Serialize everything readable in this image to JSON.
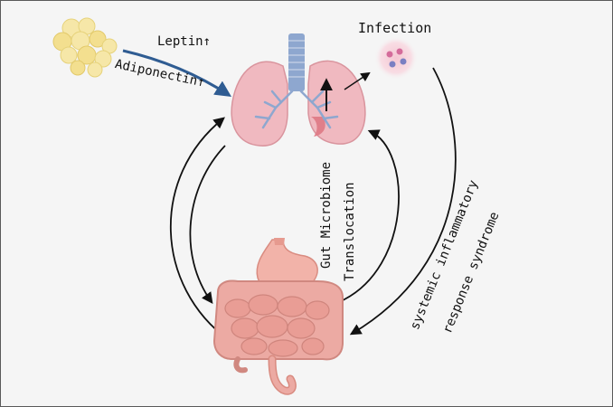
{
  "labels": {
    "leptin": "Leptin↑",
    "adiponectin": "Adiponectin↑",
    "infection": "Infection",
    "gut_microbiome": "Gut Microbiome",
    "translocation": "Translocation",
    "sirs_line1": "systemic inflammatory",
    "sirs_line2": "response syndrome"
  },
  "colors": {
    "fat": "#f4e39a",
    "lung": "#f0b9c0",
    "airway": "#8ea7cf",
    "gut": "#e7a39e",
    "accent_arrow": "#2f5c92"
  }
}
